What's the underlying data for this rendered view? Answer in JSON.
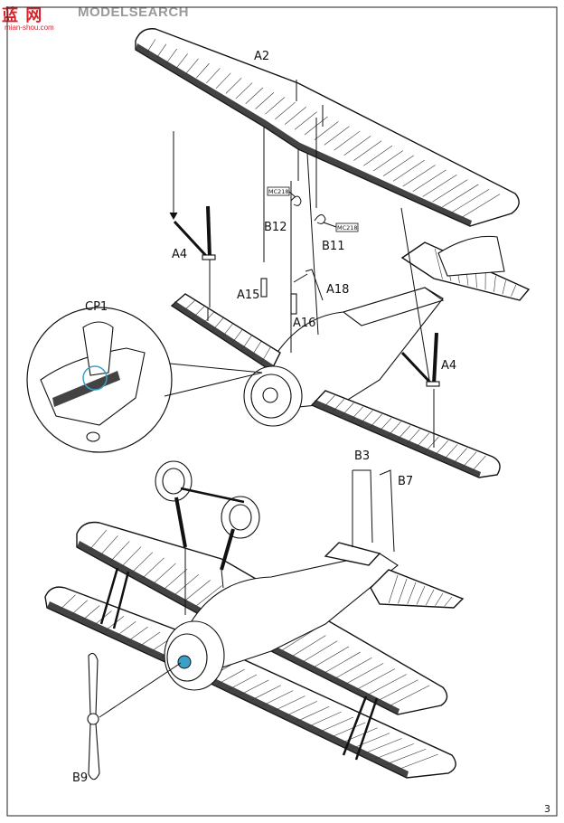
{
  "watermark": {
    "cn": "蓝 网",
    "en": "MODELSEARCH",
    "url": "mian-shou.com"
  },
  "labels": {
    "a2": "A2",
    "a4_left": "A4",
    "a4_right": "A4",
    "b12": "B12",
    "b11": "B11",
    "mc218_left": "MC218",
    "mc218_right": "MC218",
    "a15": "A15",
    "a16": "A16",
    "a18": "A18",
    "cp1": "CP1",
    "b3": "B3",
    "b7": "B7",
    "b9": "B9"
  },
  "page_number": "3"
}
